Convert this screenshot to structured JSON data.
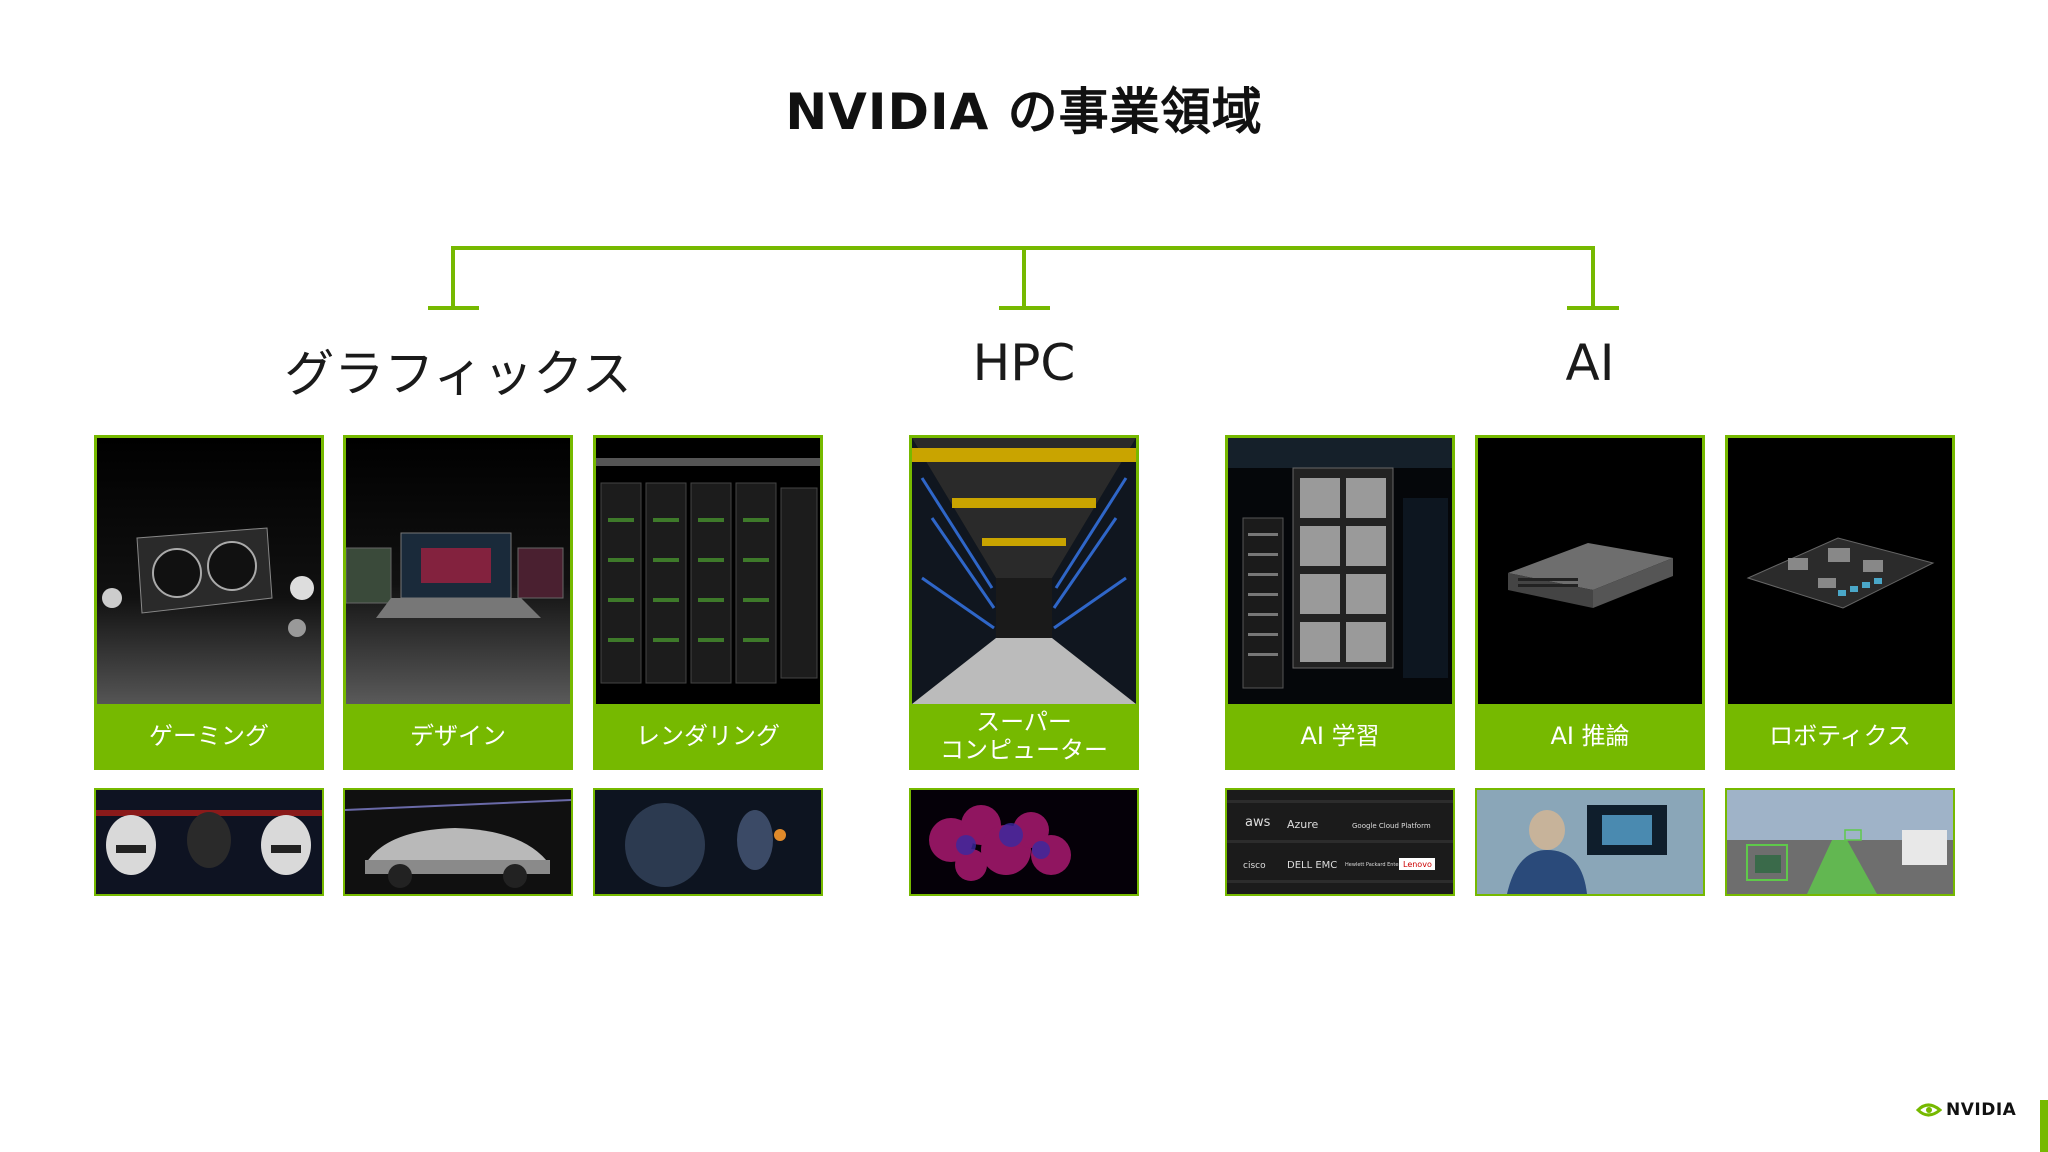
{
  "slide": {
    "title": "NVIDIA の事業領域",
    "accent_color": "#76b900",
    "logo_text": "NVIDIA"
  },
  "categories": [
    {
      "label": "グラフィックス"
    },
    {
      "label": "HPC"
    },
    {
      "label": "AI"
    }
  ],
  "cards": [
    {
      "label": "ゲーミング",
      "image": "graphics-card-icon"
    },
    {
      "label": "デザイン",
      "image": "laptops-icon"
    },
    {
      "label": "レンダリング",
      "image": "server-racks-icon"
    },
    {
      "label": "スーパー\nコンピューター",
      "image": "supercomputer-aisle-icon"
    },
    {
      "label": "AI 学習",
      "image": "datacenter-icon"
    },
    {
      "label": "AI 推論",
      "image": "server-appliance-icon"
    },
    {
      "label": "ロボティクス",
      "image": "robotics-board-icon"
    }
  ],
  "thumbnails": [
    {
      "image": "stormtroopers-scene"
    },
    {
      "image": "sports-car-scene"
    },
    {
      "image": "robot-render-scene"
    },
    {
      "image": "molecule-visualization"
    },
    {
      "image": "cloud-partner-logos",
      "logos": [
        "aws",
        "Azure",
        "Google Cloud Platform",
        "cisco",
        "DELL EMC",
        "Hewlett Packard Enterprise",
        "Lenovo"
      ]
    },
    {
      "image": "surgeon-scene"
    },
    {
      "image": "autonomous-driving-scene"
    }
  ]
}
